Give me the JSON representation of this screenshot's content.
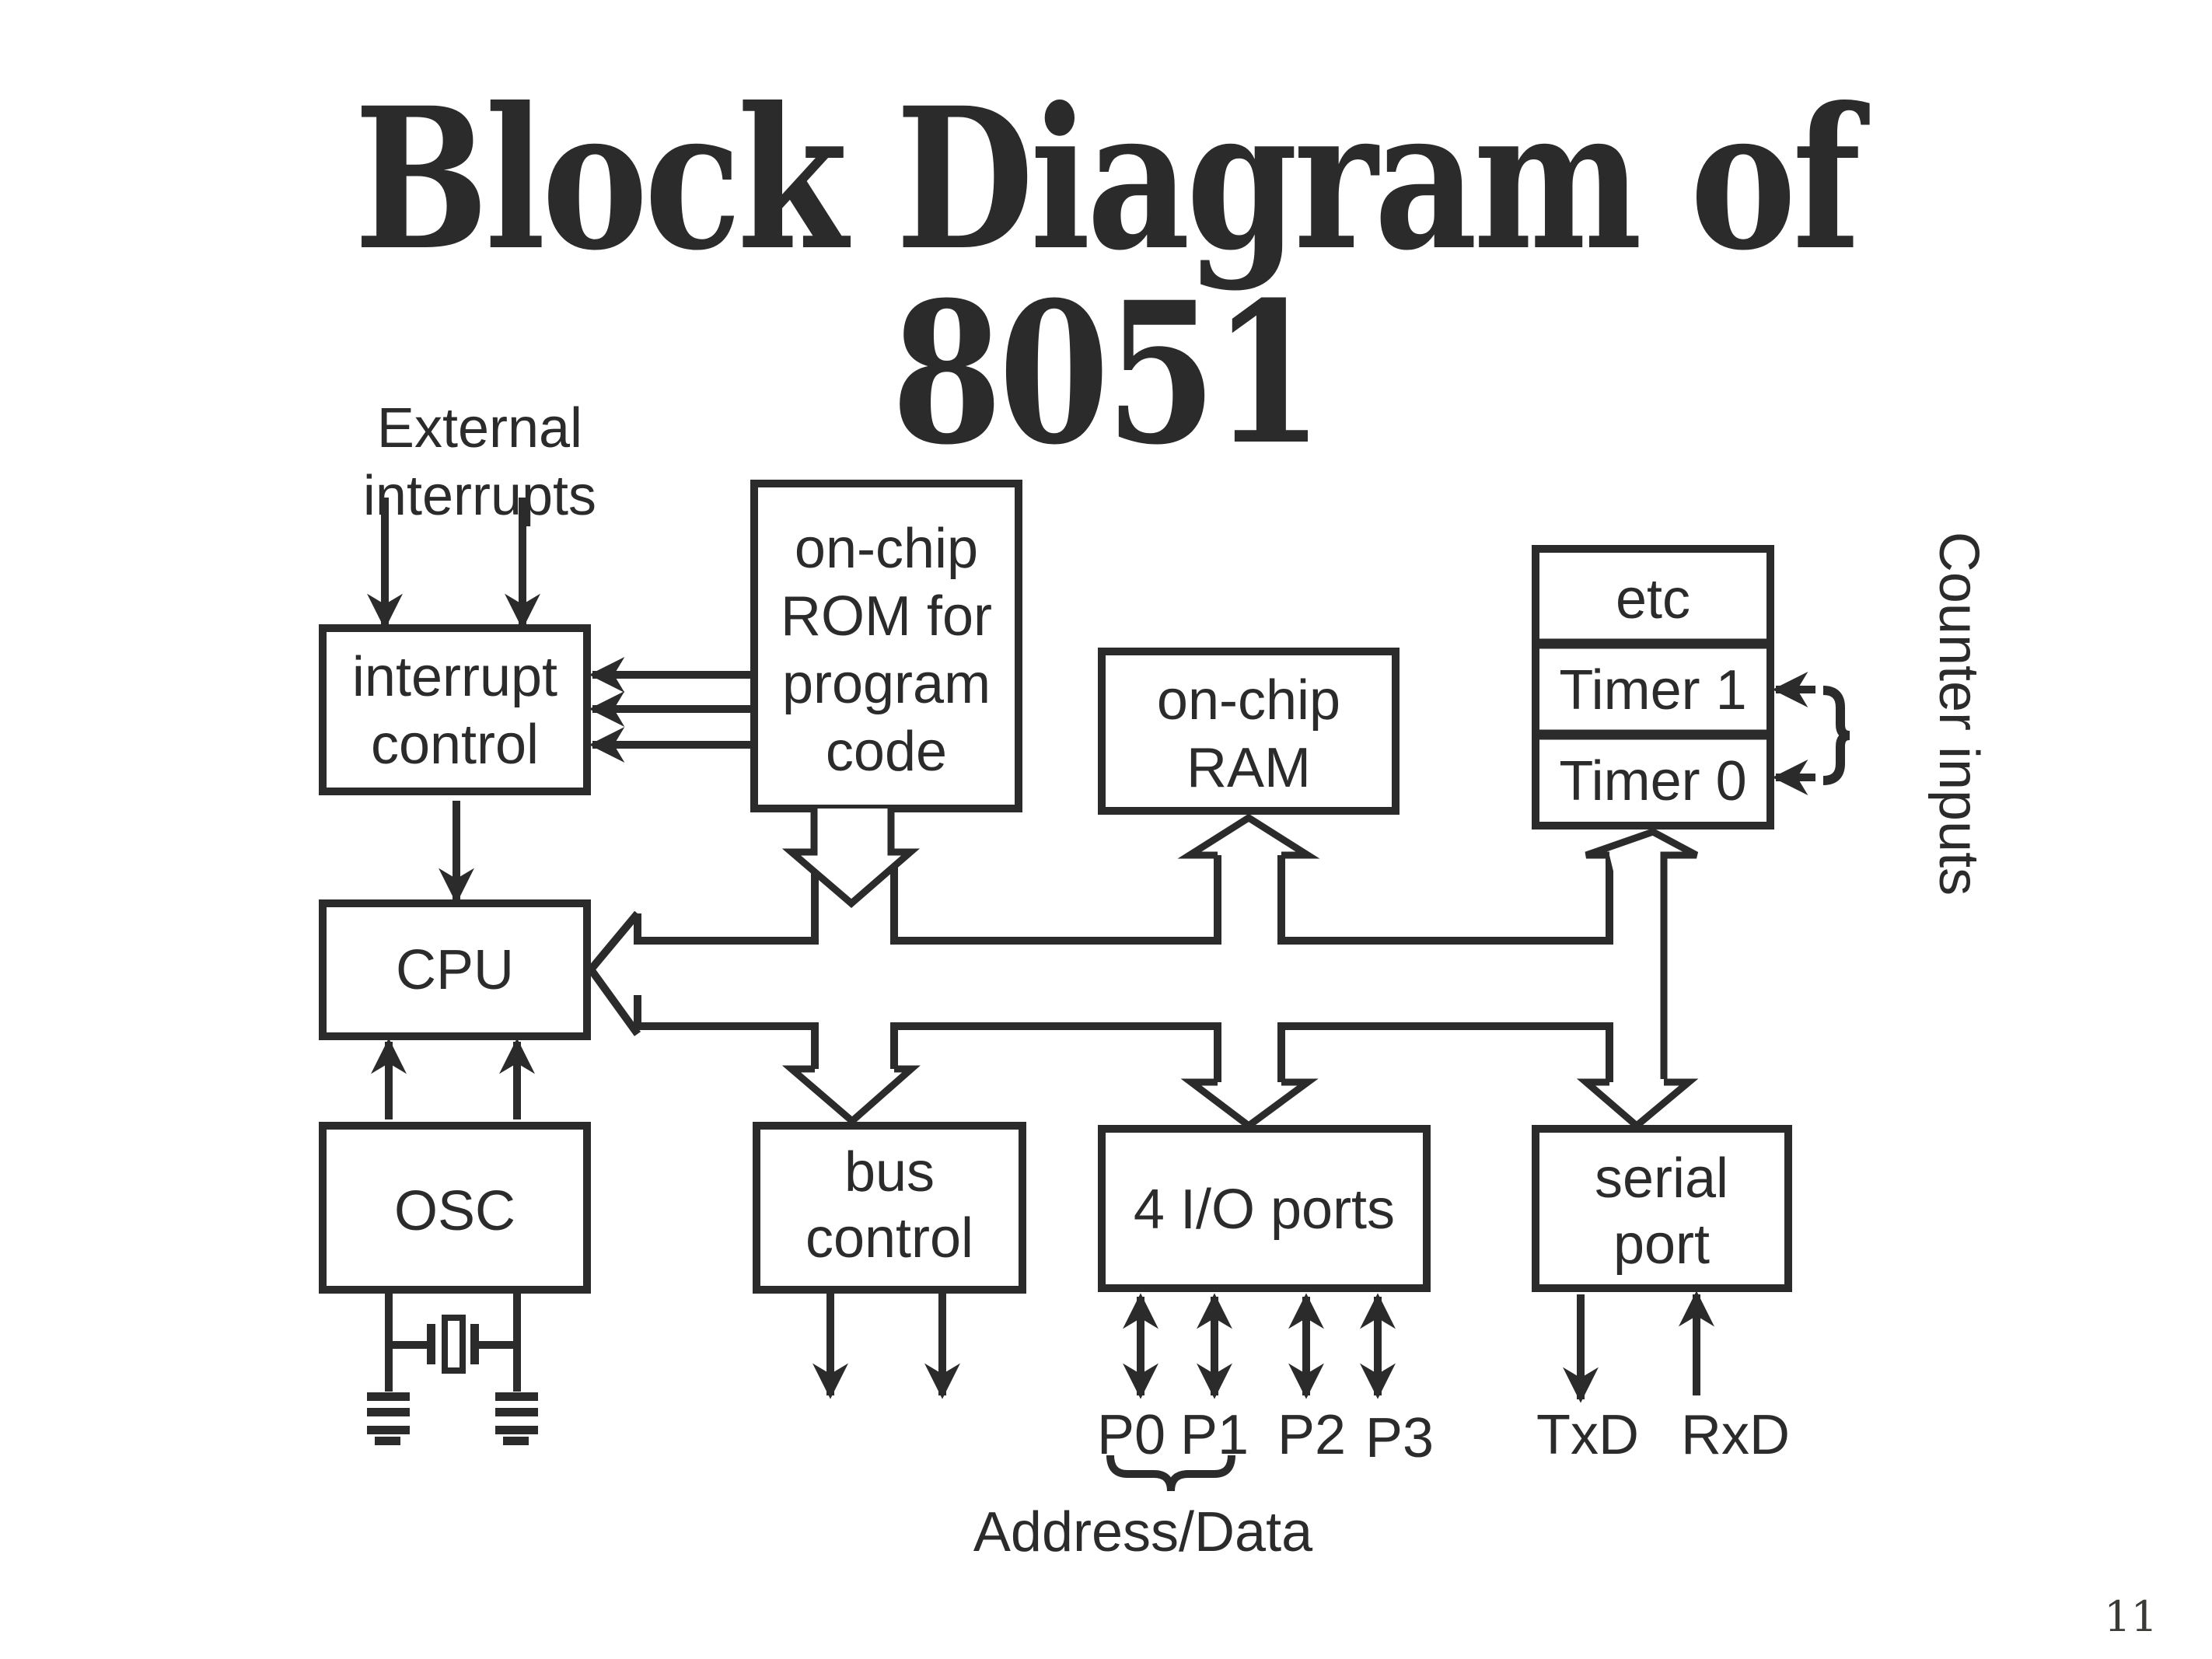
{
  "slide": {
    "title": "Block Diagram of 8051",
    "page_number": "11"
  },
  "diagram": {
    "external_interrupts": [
      "External",
      "interrupts"
    ],
    "blocks": {
      "interrupt_control": [
        "interrupt",
        "control"
      ],
      "rom": [
        "on-chip",
        "ROM for",
        "program",
        "code"
      ],
      "ram": [
        "on-chip",
        "RAM"
      ],
      "etc": "etc",
      "timer1": "Timer 1",
      "timer0": "Timer 0",
      "cpu": "CPU",
      "osc": "OSC",
      "bus_control": [
        "bus",
        "control"
      ],
      "io_ports": "4 I/O ports",
      "serial_port": [
        "serial",
        "port"
      ]
    },
    "counter_inputs": "Counter inputs",
    "ports": [
      "P0",
      "P1",
      "P2",
      "P3"
    ],
    "serial_signals": [
      "TxD",
      "RxD"
    ],
    "address_data": "Address/Data"
  }
}
